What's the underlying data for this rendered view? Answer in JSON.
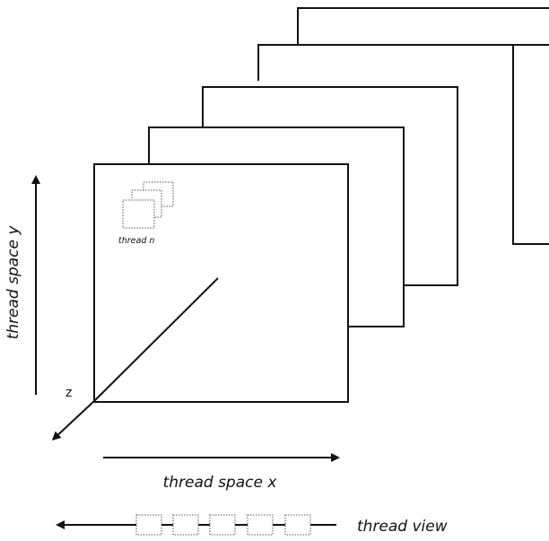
{
  "labels": {
    "thread_space_y": "thread space y",
    "thread_space_x": "thread space x",
    "z_axis": "z",
    "thread_n": "thread n",
    "thread_view": "thread view"
  },
  "colors": {
    "stroke": "#111111",
    "dotted": "#555555",
    "background": "#ffffff"
  }
}
